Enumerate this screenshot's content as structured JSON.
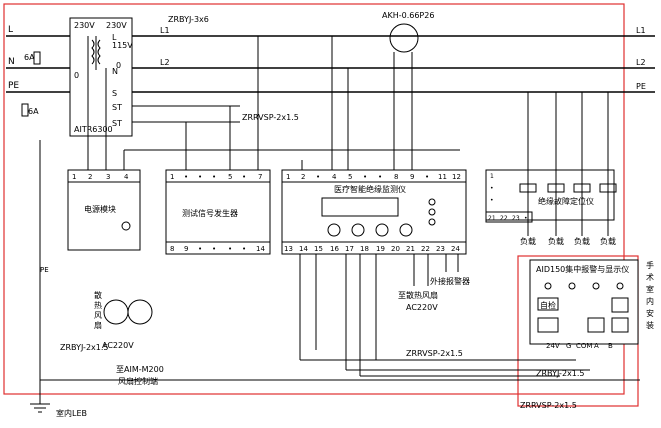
{
  "labels": {
    "L": "L",
    "N": "N",
    "PE": "PE",
    "fuse1": "6A",
    "fuse2": "6A",
    "tr_230a": "230V",
    "tr_230b": "230V",
    "tr_115": "115V",
    "tr_0a": "0",
    "tr_0b": "0",
    "tr_L": "L",
    "tr_N": "N",
    "tr_S": "S",
    "tr_ST1": "ST",
    "tr_ST2": "ST",
    "tr_model": "AITR6300",
    "cable_top": "ZRBYJ-3x6",
    "l1": "L1",
    "l2": "L2",
    "ct": "AKH-0.66P26",
    "r_l1": "L1",
    "r_l2": "L2",
    "r_pe": "PE",
    "cable_s": "ZRRVSP-2x1.5",
    "module_power": "电源模块",
    "module_signal": "测试信号发生器",
    "module_monitor": "医疗智能绝缘监测仪",
    "module_fault": "绝缘故障定位仪",
    "loads": [
      "负载",
      "负载",
      "负载",
      "负载"
    ],
    "fan_text": [
      "散",
      "热",
      "风",
      "扇"
    ],
    "ac220_fan": "AC220V",
    "to_aim": "至AIM-M200",
    "fan_ctrl": "风扇控制端",
    "zrbyj_left": "ZRBYJ-2x1.5",
    "pe_left": "PE",
    "to_fan": "至散热风扇",
    "ac220_right": "AC220V",
    "ext_alarm": "外接报警器",
    "aid_title": "AID150集中报警与显示仪",
    "btn_self": "自检",
    "term_24v": "24V",
    "term_g": "G",
    "term_com": "COM",
    "term_a": "A",
    "term_b": "B",
    "vertical_text": [
      "手",
      "术",
      "室",
      "内",
      "安",
      "装"
    ],
    "cable_r1": "ZRRVSP-2x1.5",
    "cable_r2": "ZRBYJ-2x1.5",
    "cable_r3": "ZRRVSP-2x1.5",
    "leb": "室内LEB"
  },
  "terminals": {
    "power_top": [
      "1",
      "2",
      "3",
      "4"
    ],
    "signal_top": [
      "1",
      "•",
      "•",
      "•",
      "5",
      "•",
      "7"
    ],
    "signal_bot": [
      "8",
      "9",
      "•",
      "•",
      "•",
      "•",
      "14"
    ],
    "monitor_top": [
      "1",
      "2",
      "•",
      "4",
      "5",
      "•",
      "•",
      "8",
      "9",
      "•",
      "11",
      "12"
    ],
    "monitor_bot": [
      "13",
      "14",
      "15",
      "16",
      "17",
      "18",
      "19",
      "20",
      "21",
      "22",
      "23",
      "24"
    ],
    "fault_top": [
      "1",
      "•",
      "•"
    ],
    "fault_bot": [
      "21",
      "22",
      "23",
      "•"
    ]
  },
  "colors": {
    "frame": "#e03030",
    "line": "#000000"
  }
}
